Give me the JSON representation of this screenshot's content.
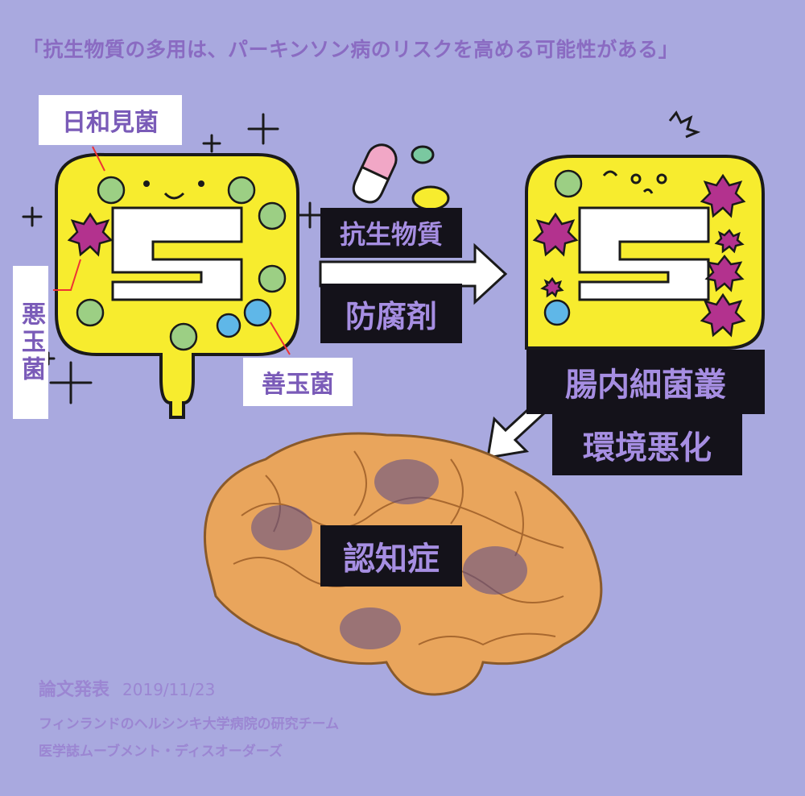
{
  "headline": "「抗生物質の多用は、パーキンソン病のリスクを高める可能性がある」",
  "labels": {
    "opportunistic": "日和見菌",
    "bad_bacteria": "悪玉菌",
    "good_bacteria": "善玉菌",
    "antibiotics": "抗生物質",
    "preservatives": "防腐剤",
    "gut_flora": "腸内細菌叢",
    "worsening": "環境悪化",
    "dementia": "認知症"
  },
  "footer": {
    "paper_label": "論文発表",
    "date": "2019/11/23",
    "team": "フィンランドのヘルシンキ大学病院の研究チーム",
    "journal": "医学誌ムーブメント・ディスオーダーズ"
  },
  "colors": {
    "background": "#a9a9df",
    "intestine": "#f7ec2e",
    "good_bacteria": "#5fb7e8",
    "opportunistic_bacteria": "#9ccf84",
    "bad_bacteria": "#b3328e",
    "brain": "#e9a55c",
    "label_dark": "#14121a"
  }
}
